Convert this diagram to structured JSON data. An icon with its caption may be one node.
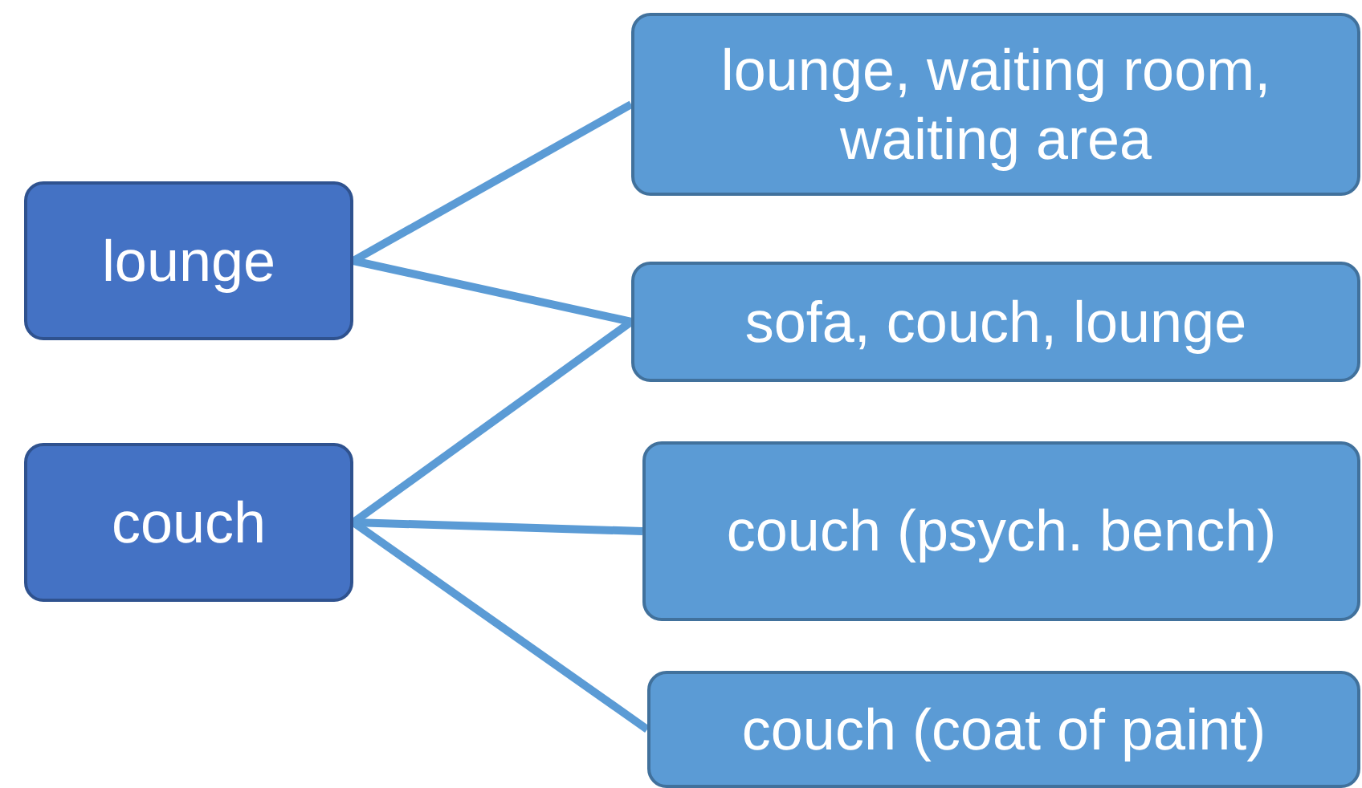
{
  "diagram": {
    "nodes": [
      {
        "text": [
          "lounge"
        ]
      },
      {
        "text": [
          "couch"
        ]
      },
      {
        "text": [
          "lounge, waiting room, waiting area"
        ]
      },
      {
        "text": [
          "sofa, couch, lounge"
        ]
      },
      {
        "text": [
          "couch (psych. bench)"
        ]
      },
      {
        "text": [
          "couch (coat of paint)"
        ]
      }
    ],
    "edges": [
      {
        "from": 0,
        "to": 2,
        "arrow": "none"
      },
      {
        "from": 0,
        "to": 3,
        "arrow": "none"
      },
      {
        "from": 1,
        "to": 3,
        "arrow": "none"
      },
      {
        "from": 1,
        "to": 4,
        "arrow": "none"
      },
      {
        "from": 1,
        "to": 5,
        "arrow": "none"
      }
    ]
  }
}
